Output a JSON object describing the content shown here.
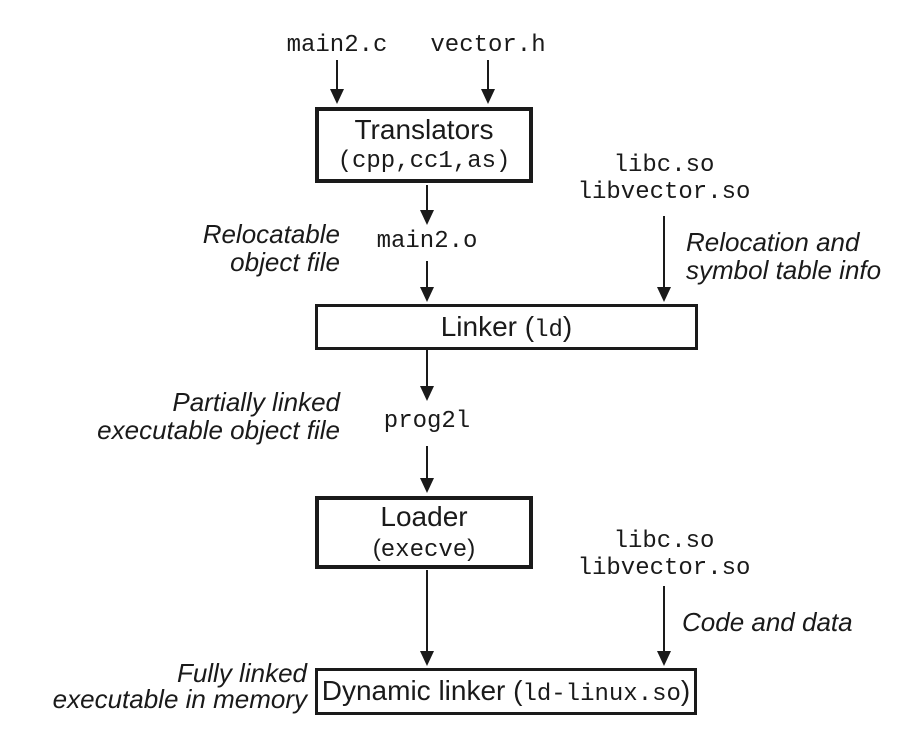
{
  "palette": {
    "ink": "#1a1a1a",
    "background": "#ffffff"
  },
  "files": {
    "source": "main2.c",
    "header": "vector.h",
    "relocatable_object": "main2.o",
    "partially_linked_executable": "prog2l",
    "shared_libs": {
      "line1": "libc.so",
      "line2": "libvector.so"
    }
  },
  "boxes": {
    "translators": {
      "title": "Translators",
      "tools": "(cpp,cc1,as)"
    },
    "linker": {
      "prefix": "Linker (",
      "command": "ld",
      "suffix": ")"
    },
    "loader": {
      "title": "Loader",
      "prefix": "(",
      "command": "execve",
      "suffix": ")"
    },
    "dynamic_linker": {
      "prefix": "Dynamic linker (",
      "command": "ld-linux.so",
      "suffix": ")"
    }
  },
  "annotations": {
    "relocatable_object_file": {
      "line1": "Relocatable",
      "line2": "object file"
    },
    "relocation_info": {
      "line1": "Relocation and",
      "line2": "symbol table info"
    },
    "partially_linked": {
      "line1": "Partially linked",
      "line2": "executable object file"
    },
    "code_and_data": "Code and data",
    "fully_linked": {
      "line1": "Fully linked",
      "line2": "executable in memory"
    }
  }
}
